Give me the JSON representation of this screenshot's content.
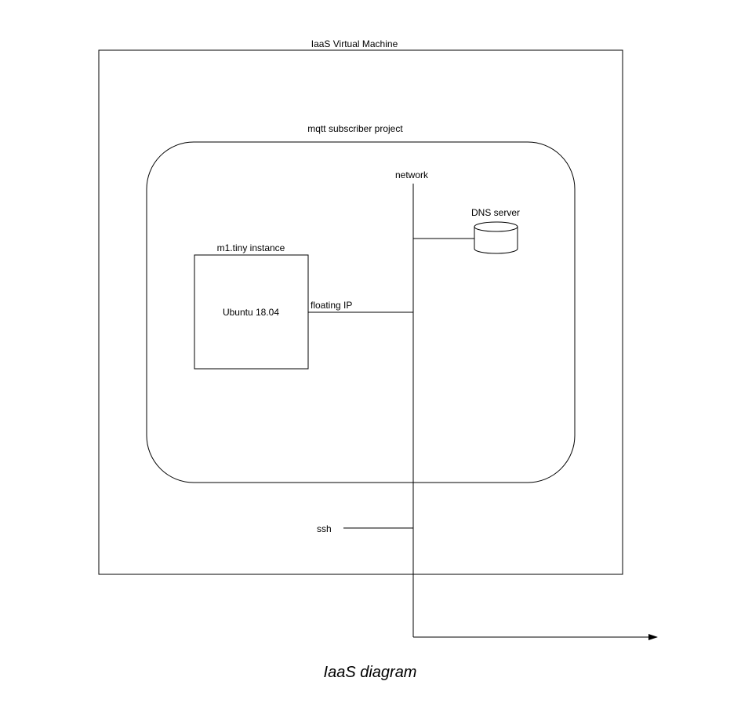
{
  "vm": {
    "title": "IaaS Virtual Machine"
  },
  "project": {
    "title": "mqtt subscriber project"
  },
  "network": {
    "label": "network"
  },
  "dns": {
    "label": "DNS server"
  },
  "instance": {
    "title": "m1.tiny instance",
    "os": "Ubuntu 18.04"
  },
  "links": {
    "floating_ip": "floating IP",
    "ssh": "ssh"
  },
  "caption": "IaaS diagram"
}
